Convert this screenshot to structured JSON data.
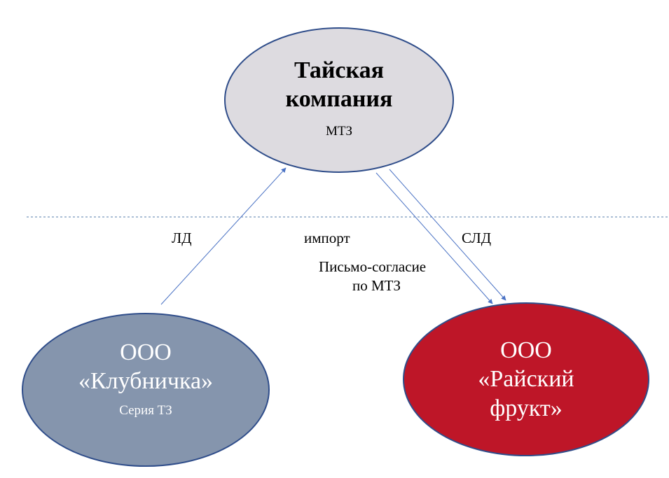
{
  "nodes": {
    "thai": {
      "title_line1": "Тайская",
      "title_line2": "компания",
      "subtitle": "МТЗ",
      "fill": "#dddbe0",
      "stroke": "#2f4d8a"
    },
    "klubnichka": {
      "title_line1": "ООО",
      "title_line2": "«Клубничка»",
      "subtitle": "Серия ТЗ",
      "fill": "#8595ad",
      "stroke": "#2f4d8a"
    },
    "raisky": {
      "title_line1": "ООО",
      "title_line2": "«Райский",
      "title_line3": "фрукт»",
      "fill": "#be1628",
      "stroke": "#2f4d8a"
    }
  },
  "labels": {
    "ld": "ЛД",
    "import": "импорт",
    "sld": "СЛД",
    "letter_line1": "Письмо-согласие",
    "letter_line2": "по МТЗ"
  },
  "colors": {
    "arrow": "#4a72c4",
    "divider": "#5a7fae"
  }
}
